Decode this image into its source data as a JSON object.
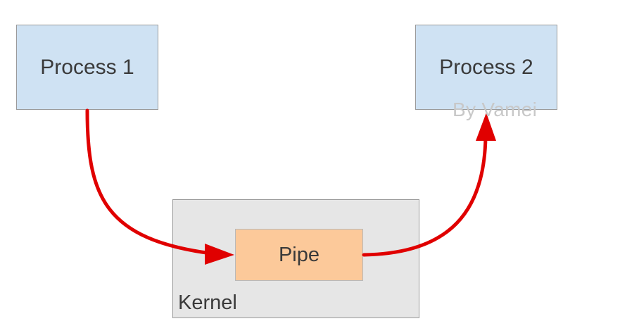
{
  "nodes": {
    "process1": "Process 1",
    "process2": "Process 2",
    "pipe": "Pipe",
    "kernel": "Kernel"
  },
  "watermark": "By Vamei",
  "colors": {
    "process_fill": "#cfe2f3",
    "kernel_fill": "#e6e6e6",
    "pipe_fill": "#fcc99a",
    "arrow": "#e00000"
  },
  "edges": [
    {
      "from": "Process 1",
      "to": "Pipe"
    },
    {
      "from": "Pipe",
      "to": "Process 2"
    }
  ]
}
